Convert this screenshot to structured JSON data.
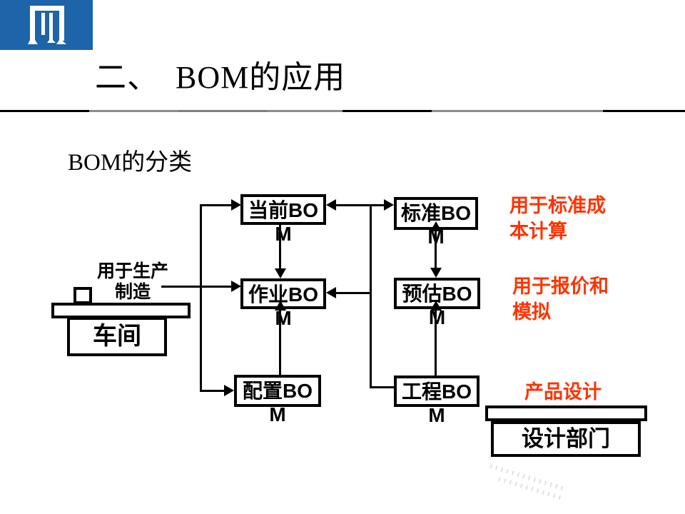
{
  "header": {
    "title": "二、　BOM的应用"
  },
  "section": {
    "subtitle": "BOM的分类"
  },
  "colors": {
    "accent_orange": "#FF3300",
    "logo_blue": "#1E64A8",
    "ink": "#000000"
  },
  "logo": {
    "icon": "gate-columns-icon"
  },
  "diagram": {
    "nodes": {
      "current": {
        "label": "当前BOM",
        "line1": "当前BO",
        "line2": "M"
      },
      "standard": {
        "label": "标准BOM",
        "line1": "标准BO",
        "line2": "M"
      },
      "operation": {
        "label": "作业BOM",
        "line1": "作业BO",
        "line2": "M"
      },
      "estimate": {
        "label": "预估BOM",
        "line1": "预估BO",
        "line2": "M"
      },
      "config": {
        "label": "配置BOM",
        "line1": "配置BO",
        "line2": "M"
      },
      "engineering": {
        "label": "工程BOM",
        "line1": "工程BO",
        "line2": "M"
      }
    },
    "production_label": {
      "label": "用于生产制造",
      "line1": "用于生产",
      "line2": "制造"
    },
    "workshop": {
      "label": "车间"
    },
    "design_dept": {
      "label": "设计部门"
    },
    "annotations": {
      "standard_cost": {
        "label": "用于标准成本计算",
        "line1": "用于标准成",
        "line2": "本计算"
      },
      "quotation": {
        "label": "用于报价和模拟",
        "line1": "用于报价和",
        "line2": "模拟"
      },
      "product_design": {
        "label": "产品设计",
        "line1": "产品设计"
      }
    }
  }
}
